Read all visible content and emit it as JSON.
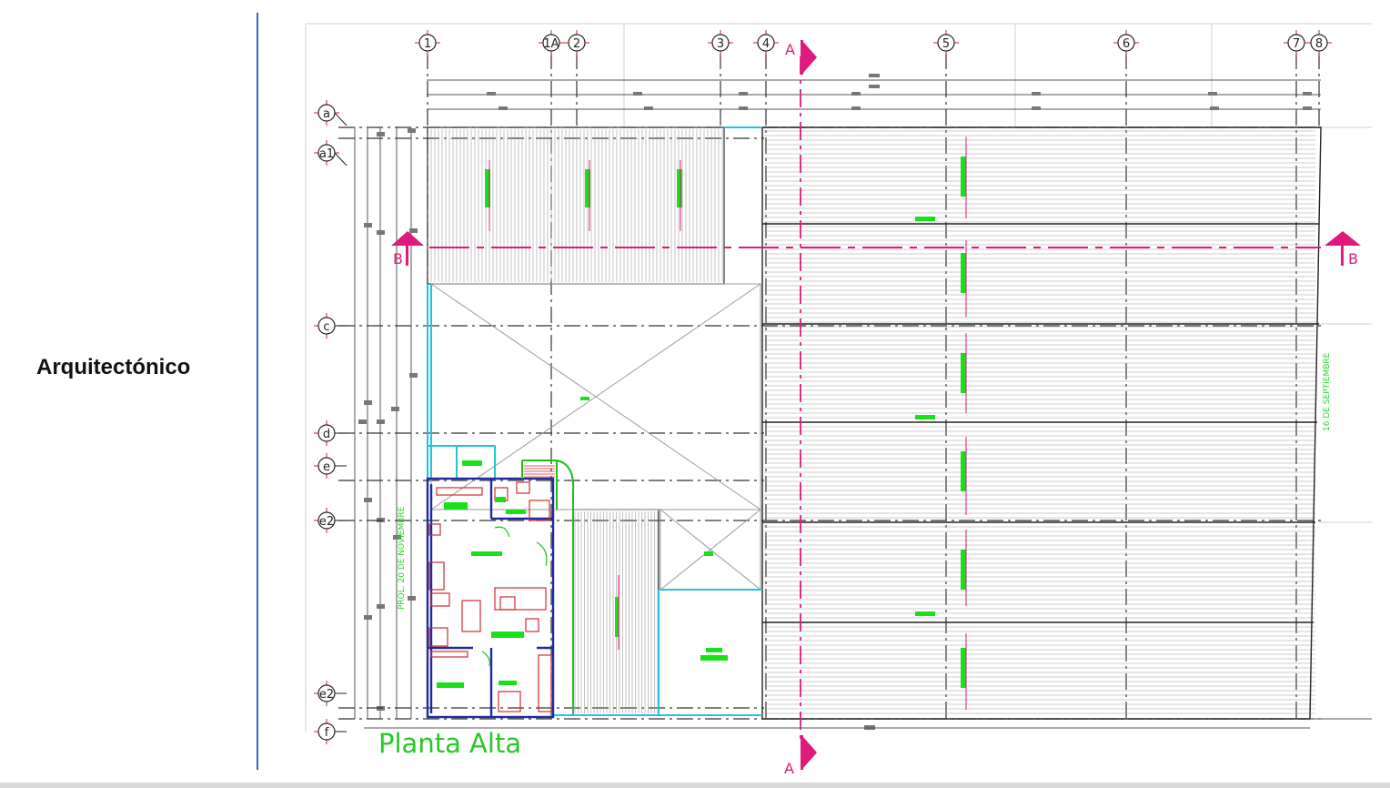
{
  "slide": {
    "section_title": "Arquitectónico"
  },
  "plan": {
    "title": "Planta Alta",
    "street_left": "PROL. 20 DE NOVIEMBRE",
    "street_right": "16 DE SEPTIEMBRE",
    "grid_columns": [
      "1",
      "1A",
      "2",
      "3",
      "4",
      "5",
      "6",
      "7",
      "8"
    ],
    "grid_rows": [
      "a",
      "a1",
      "c",
      "d",
      "e",
      "e2",
      "e2",
      "f"
    ],
    "section_cut_a": "A",
    "section_cut_b": "B"
  },
  "colors": {
    "accent_blue": "#2f6db5",
    "title_green": "#27c827",
    "cut_magenta": "#e0197d",
    "wall_blue": "#1f2a9e",
    "furniture_red": "#d32b2b",
    "cyan": "#22c4d8",
    "marker_green": "#19e019"
  }
}
